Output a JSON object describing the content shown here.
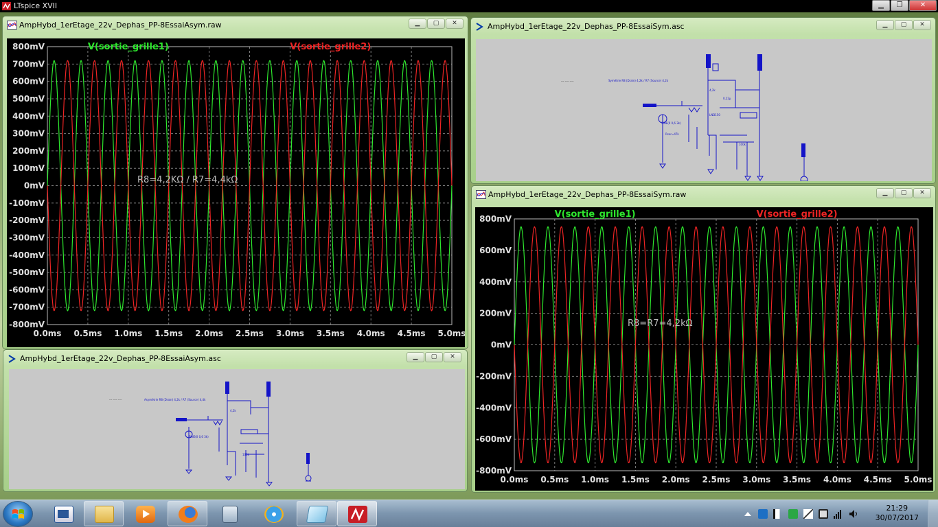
{
  "app": {
    "title": "LTspice XVII"
  },
  "windows": {
    "raw_asym": {
      "title": "AmpHybd_1erEtage_22v_Dephas_PP-8EssaiAsym.raw"
    },
    "asc_sym": {
      "title": "AmpHybd_1erEtage_22v_Dephas_PP-8EssaiSym.asc"
    },
    "raw_sym": {
      "title": "AmpHybd_1erEtage_22v_Dephas_PP-8EssaiSym.raw"
    },
    "asc_asym": {
      "title": "AmpHybd_1erEtage_22v_Dephas_PP-8EssaiAsym.asc"
    }
  },
  "colors": {
    "trace1": "#2ee82e",
    "trace2": "#ee2424",
    "plot_bg": "#000000",
    "axis_text": "#e0e0e0",
    "grid": "#7a7a7a",
    "wire": "#0000cc"
  },
  "chart_data": [
    {
      "type": "line",
      "window": "raw_asym",
      "series": [
        {
          "name": "V(sortie_grille1)",
          "color": "#2ee82e",
          "amplitude_mV": 720,
          "frequency_kHz": 3,
          "phase": "sin"
        },
        {
          "name": "V(sortie_grille2)",
          "color": "#ee2424",
          "amplitude_mV": 720,
          "frequency_kHz": 3,
          "phase": "-sin"
        }
      ],
      "x_ticks": [
        "0.0ms",
        "0.5ms",
        "1.0ms",
        "1.5ms",
        "2.0ms",
        "2.5ms",
        "3.0ms",
        "3.5ms",
        "4.0ms",
        "4.5ms",
        "5.0ms"
      ],
      "y_ticks": [
        "800mV",
        "700mV",
        "600mV",
        "500mV",
        "400mV",
        "300mV",
        "200mV",
        "100mV",
        "0mV",
        "-100mV",
        "-200mV",
        "-300mV",
        "-400mV",
        "-500mV",
        "-600mV",
        "-700mV",
        "-800mV"
      ],
      "xlim": [
        0,
        5
      ],
      "ylim": [
        -800,
        800
      ],
      "annotation": "R8=4,2KΩ / R7=4,4kΩ",
      "grid": true
    },
    {
      "type": "line",
      "window": "raw_sym",
      "series": [
        {
          "name": "V(sortie_grille1)",
          "color": "#2ee82e",
          "amplitude_mV": 750,
          "frequency_kHz": 3,
          "phase": "sin"
        },
        {
          "name": "V(sortie_grille2)",
          "color": "#ee2424",
          "amplitude_mV": 750,
          "frequency_kHz": 3,
          "phase": "-sin"
        }
      ],
      "x_ticks": [
        "0.0ms",
        "0.5ms",
        "1.0ms",
        "1.5ms",
        "2.0ms",
        "2.5ms",
        "3.0ms",
        "3.5ms",
        "4.0ms",
        "4.5ms",
        "5.0ms"
      ],
      "y_ticks": [
        "800mV",
        "600mV",
        "400mV",
        "200mV",
        "0mV",
        "-200mV",
        "-400mV",
        "-600mV",
        "-800mV"
      ],
      "xlim": [
        0,
        5
      ],
      "ylim": [
        -800,
        800
      ],
      "annotation": "R8=R7=4,2kΩ",
      "grid": true
    }
  ],
  "taskbar": {
    "time": "21:29",
    "date": "30/07/2017",
    "buttons": [
      "word-icon",
      "explorer-icon",
      "media-player-icon",
      "firefox-icon",
      "calculator-icon",
      "chrome-like-icon",
      "notepad-icon",
      "ltspice-icon"
    ]
  }
}
